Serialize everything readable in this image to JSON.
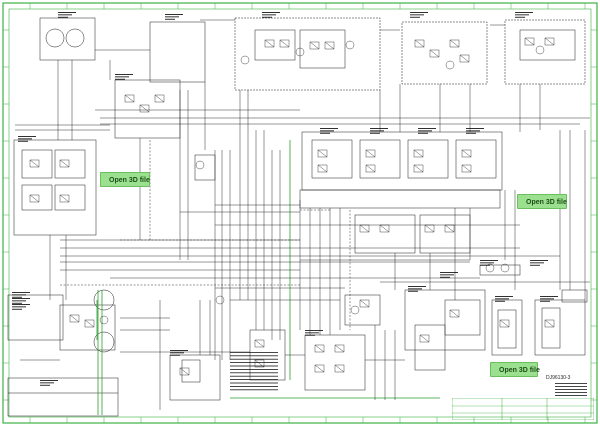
{
  "buttons": {
    "open_3d_a": "Open 3D file",
    "open_3d_b": "Open 3D file",
    "open_3d_c": "Open 3D file"
  },
  "drawing_number": "DJ96130-3",
  "colors": {
    "frame": "#3cb043",
    "lines": "#1a1a1a",
    "button_fill": "#9be08f",
    "button_text": "#1f4f1a",
    "green_accent": "#2e9e2e"
  }
}
